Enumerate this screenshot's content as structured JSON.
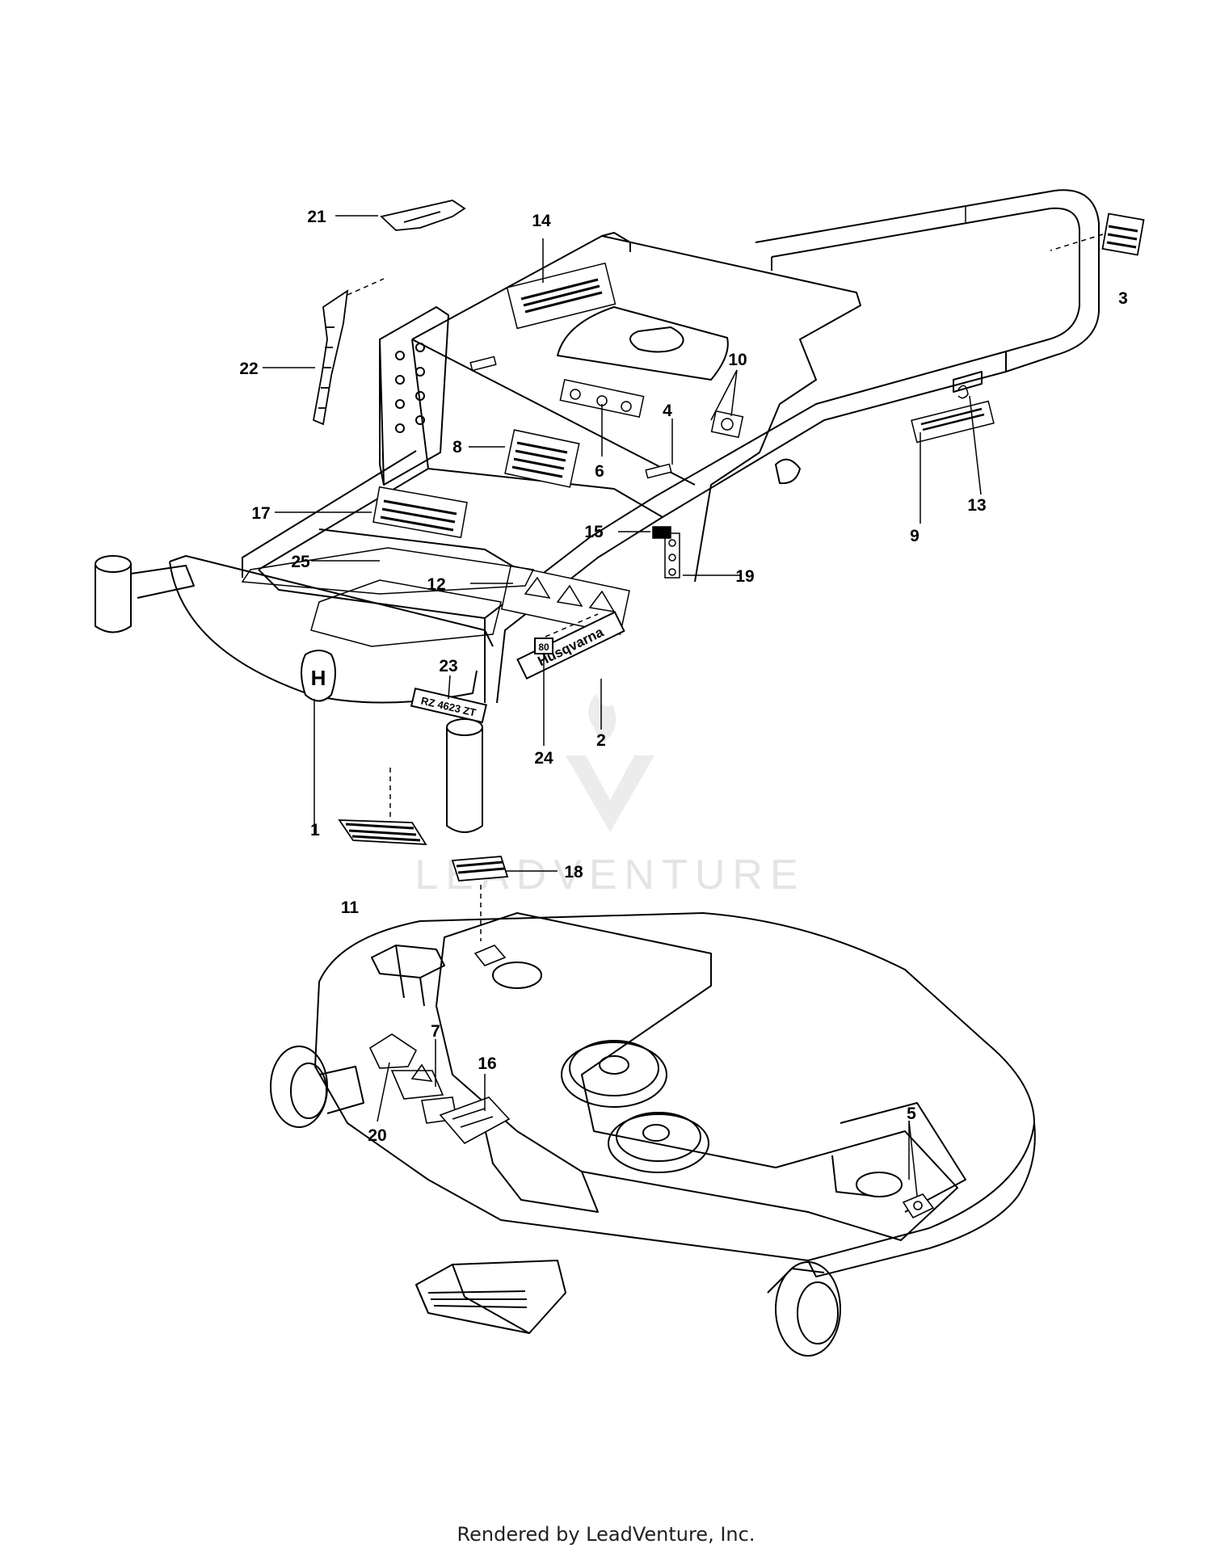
{
  "watermark": {
    "text": "LEADVENTURE"
  },
  "footer": {
    "text": "Rendered by LeadVenture, Inc."
  },
  "decals": {
    "logo_badge": "H",
    "counter_tag": "80",
    "brand_plate": "Husqvarna",
    "model_plate": "RZ 4623 ZT"
  },
  "callouts": [
    {
      "id": "1",
      "label": "1"
    },
    {
      "id": "2",
      "label": "2"
    },
    {
      "id": "3",
      "label": "3"
    },
    {
      "id": "4",
      "label": "4"
    },
    {
      "id": "5",
      "label": "5"
    },
    {
      "id": "6",
      "label": "6"
    },
    {
      "id": "7",
      "label": "7"
    },
    {
      "id": "8",
      "label": "8"
    },
    {
      "id": "9",
      "label": "9"
    },
    {
      "id": "10",
      "label": "10"
    },
    {
      "id": "11",
      "label": "11"
    },
    {
      "id": "12",
      "label": "12"
    },
    {
      "id": "13",
      "label": "13"
    },
    {
      "id": "14",
      "label": "14"
    },
    {
      "id": "15",
      "label": "15"
    },
    {
      "id": "16",
      "label": "16"
    },
    {
      "id": "17",
      "label": "17"
    },
    {
      "id": "18",
      "label": "18"
    },
    {
      "id": "19",
      "label": "19"
    },
    {
      "id": "20",
      "label": "20"
    },
    {
      "id": "21",
      "label": "21"
    },
    {
      "id": "22",
      "label": "22"
    },
    {
      "id": "23",
      "label": "23"
    },
    {
      "id": "24",
      "label": "24"
    },
    {
      "id": "25",
      "label": "25"
    }
  ]
}
